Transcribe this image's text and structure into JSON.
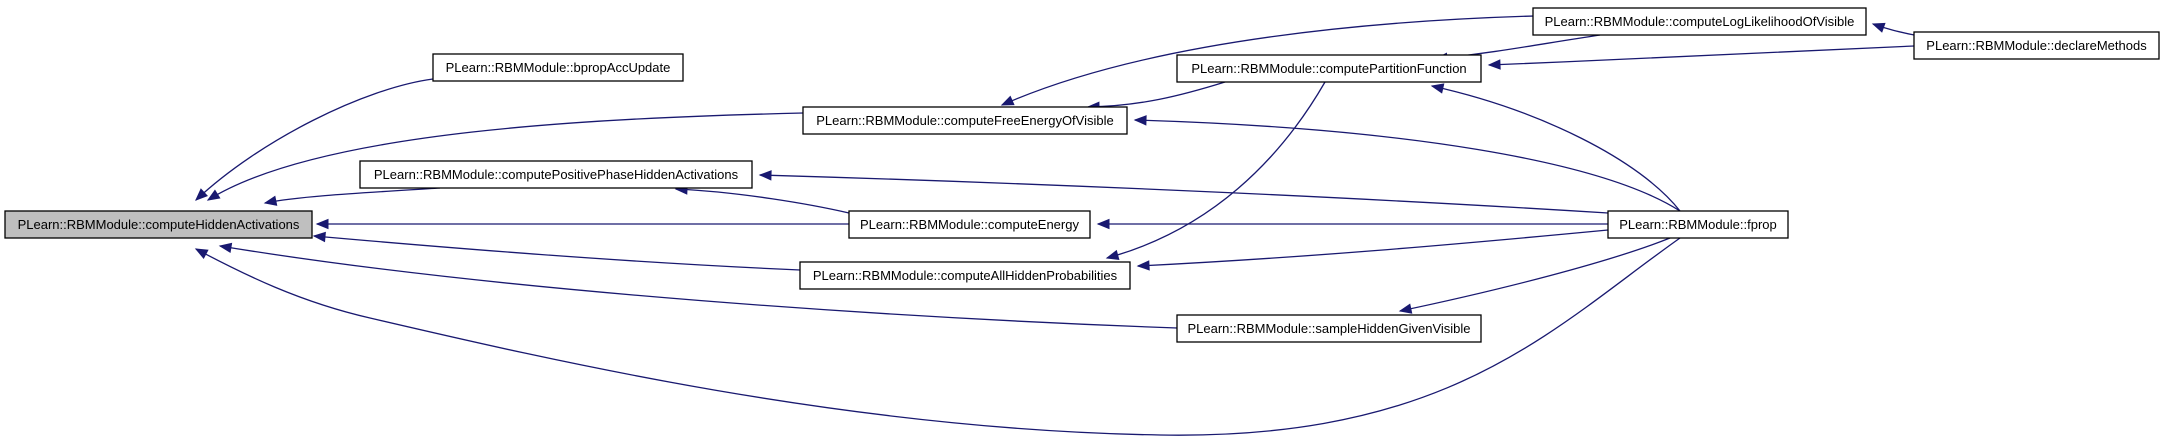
{
  "graph": {
    "nodes": [
      {
        "id": "hidden_act",
        "label": "PLearn::RBMModule::computeHiddenActivations",
        "highlighted": true
      },
      {
        "id": "bprop",
        "label": "PLearn::RBMModule::bpropAccUpdate"
      },
      {
        "id": "free_energy",
        "label": "PLearn::RBMModule::computeFreeEnergyOfVisible"
      },
      {
        "id": "pos_phase",
        "label": "PLearn::RBMModule::computePositivePhaseHiddenActivations"
      },
      {
        "id": "energy",
        "label": "PLearn::RBMModule::computeEnergy"
      },
      {
        "id": "all_hidden",
        "label": "PLearn::RBMModule::computeAllHiddenProbabilities"
      },
      {
        "id": "sample_hidden",
        "label": "PLearn::RBMModule::sampleHiddenGivenVisible"
      },
      {
        "id": "partition",
        "label": "PLearn::RBMModule::computePartitionFunction"
      },
      {
        "id": "loglik",
        "label": "PLearn::RBMModule::computeLogLikelihoodOfVisible"
      },
      {
        "id": "declare",
        "label": "PLearn::RBMModule::declareMethods"
      },
      {
        "id": "fprop",
        "label": "PLearn::RBMModule::fprop"
      }
    ],
    "edges": [
      {
        "from": "bprop",
        "to": "hidden_act"
      },
      {
        "from": "free_energy",
        "to": "hidden_act"
      },
      {
        "from": "pos_phase",
        "to": "hidden_act"
      },
      {
        "from": "energy",
        "to": "hidden_act"
      },
      {
        "from": "all_hidden",
        "to": "hidden_act"
      },
      {
        "from": "sample_hidden",
        "to": "hidden_act"
      },
      {
        "from": "fprop",
        "to": "hidden_act"
      },
      {
        "from": "partition",
        "to": "free_energy"
      },
      {
        "from": "loglik",
        "to": "free_energy"
      },
      {
        "from": "fprop",
        "to": "free_energy"
      },
      {
        "from": "energy",
        "to": "pos_phase"
      },
      {
        "from": "fprop",
        "to": "pos_phase"
      },
      {
        "from": "fprop",
        "to": "energy"
      },
      {
        "from": "partition",
        "to": "all_hidden"
      },
      {
        "from": "fprop",
        "to": "all_hidden"
      },
      {
        "from": "fprop",
        "to": "sample_hidden"
      },
      {
        "from": "loglik",
        "to": "partition"
      },
      {
        "from": "declare",
        "to": "partition"
      },
      {
        "from": "fprop",
        "to": "partition"
      },
      {
        "from": "declare",
        "to": "loglik"
      }
    ],
    "colors": {
      "edge": "#191970",
      "node_fill": "#ffffff",
      "highlight_fill": "#bfbfbf",
      "border": "#000000",
      "text": "#000000"
    }
  }
}
